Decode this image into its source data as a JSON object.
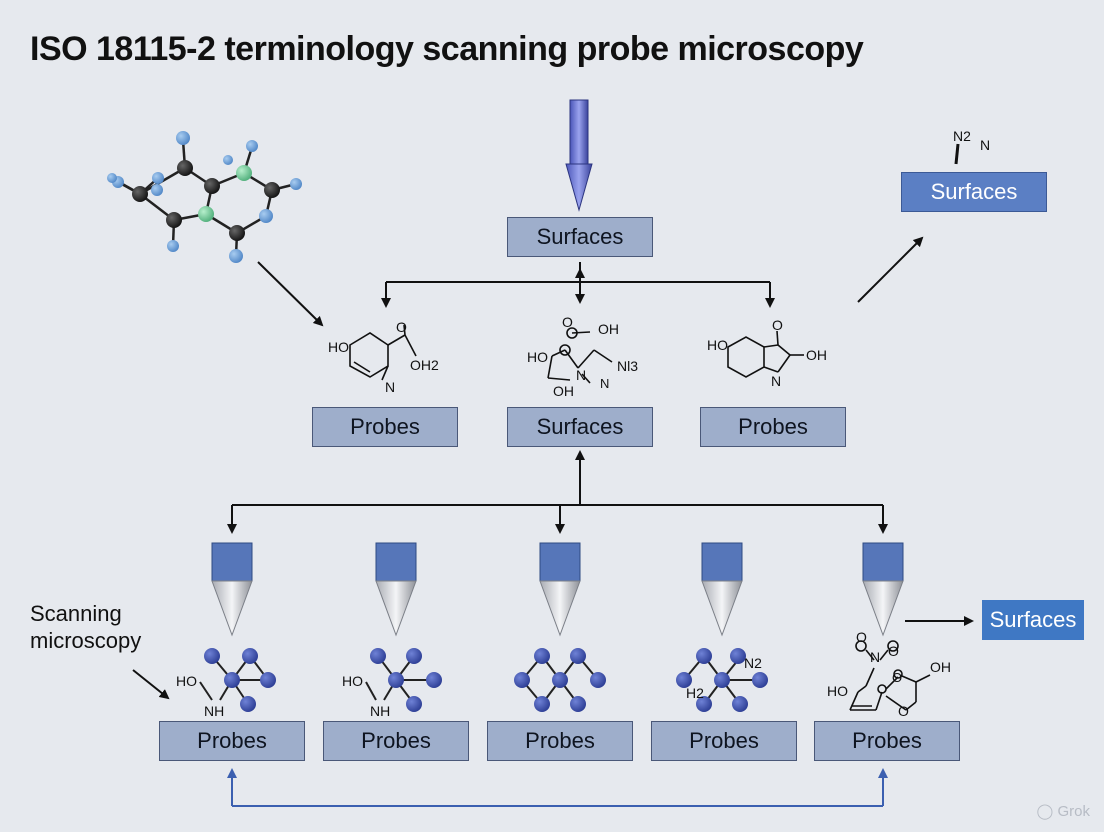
{
  "title": "ISO 18115-2 terminology scanning probe microscopy",
  "side_label": [
    "Scanning",
    "microscopy"
  ],
  "top_right_formula": {
    "n2": "N2",
    "n": "N"
  },
  "boxes": {
    "top_right": "Surfaces",
    "top_center": "Surfaces",
    "mid_left": "Probes",
    "mid_center": "Surfaces",
    "mid_right": "Probes",
    "bottom_1": "Probes",
    "bottom_2": "Probes",
    "bottom_3": "Probes",
    "bottom_4": "Probes",
    "bottom_5": "Probes",
    "far_right": "Surfaces"
  },
  "molecule_labels": {
    "mid_left": {
      "ho": "HO",
      "o": "O",
      "oh2": "OH2",
      "n": "N"
    },
    "mid_center": {
      "o": "O",
      "oh_top": "OH",
      "ho": "HO",
      "n": "N",
      "nh3": "Nl3",
      "n2": "N",
      "oh_bottom": "OH"
    },
    "mid_right": {
      "ho": "HO",
      "o": "O",
      "oh": "OH",
      "n": "N"
    },
    "bottom_1": {
      "ho": "HO",
      "nh": "NH"
    },
    "bottom_2": {
      "ho": "HO",
      "nh": "NH"
    },
    "bottom_4": {
      "n2": "N2",
      "h2": "H2"
    },
    "bottom_5": {
      "o_top": "O",
      "n": "N",
      "o_top2": "O",
      "oh": "OH",
      "ho": "HO",
      "o_mid": "O",
      "o_bottom": "O"
    }
  },
  "watermark": "Grok",
  "colors": {
    "background": "#e6e9ee",
    "box_fill": "#9eaecb",
    "box_dark": "#5b7fc4",
    "box_bright": "#3f78c4",
    "atom_blue": "#3a4fa8",
    "arrow_blue": "#3b5fb0"
  }
}
